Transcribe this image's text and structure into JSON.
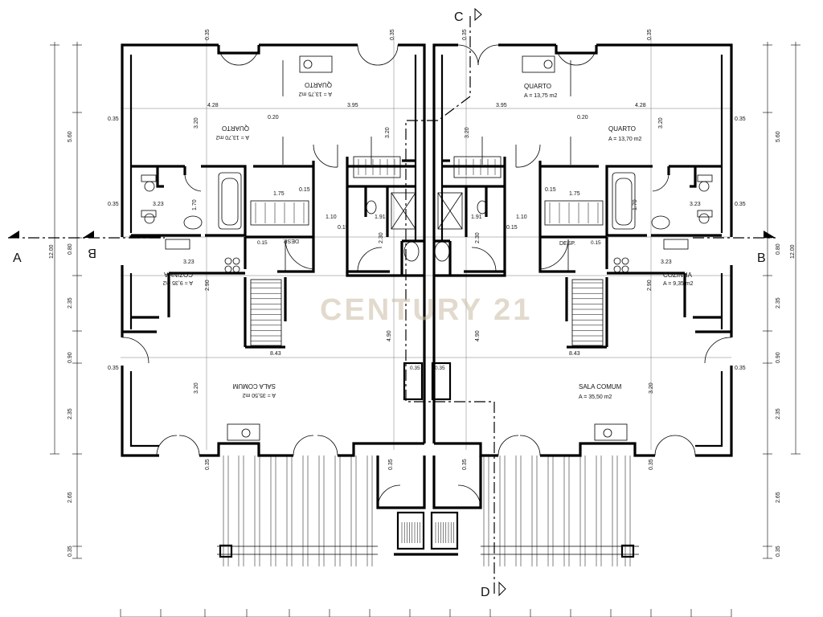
{
  "watermark": "CENTURY 21",
  "section_marks": {
    "c": "C",
    "d": "D",
    "a": "A",
    "b": "B",
    "b_left": "B"
  },
  "rooms_right": {
    "quarto1_name": "QUARTO",
    "quarto1_area": "A = 13,75 m2",
    "quarto2_name": "QUARTO",
    "quarto2_area": "A = 13,70 m2",
    "cozinha_name": "COZINHA",
    "cozinha_area": "A = 9,35 m2",
    "sala_name": "SALA COMUM",
    "sala_area": "A = 35,50 m2",
    "desp": "DESP."
  },
  "rooms_left": {
    "quarto1_name": "QUARTO",
    "quarto1_area": "A = 13,75 m2",
    "quarto2_name": "QUARTO",
    "quarto2_area": "A = 13,70 m2",
    "cozinha_name": "COZINHA",
    "cozinha_area": "A = 9,35 m2",
    "sala_name": "SALA COMUM",
    "sala_area": "A = 35,50 m2",
    "desp": "DESP."
  },
  "dims_left_side": [
    "5.60",
    "0.80",
    "2.35",
    "0.90",
    "2.35",
    "2.65",
    "0.35"
  ],
  "dims_right_side": [
    "5.60",
    "0.80",
    "2.35",
    "0.90",
    "2.35",
    "2.65",
    "0.35"
  ],
  "dim_total": "12.00",
  "inner_dims": {
    "d035": "0.35",
    "d428": "4.28",
    "d395": "3.95",
    "d020": "0.20",
    "d320": "3.20",
    "d015": "0.15",
    "d175": "1.75",
    "d323": "3.23",
    "d170": "1.70",
    "d110": "1.10",
    "d191": "1.91",
    "d230": "2.30",
    "d290": "2.90",
    "d843": "8.43",
    "d490": "4.90"
  }
}
